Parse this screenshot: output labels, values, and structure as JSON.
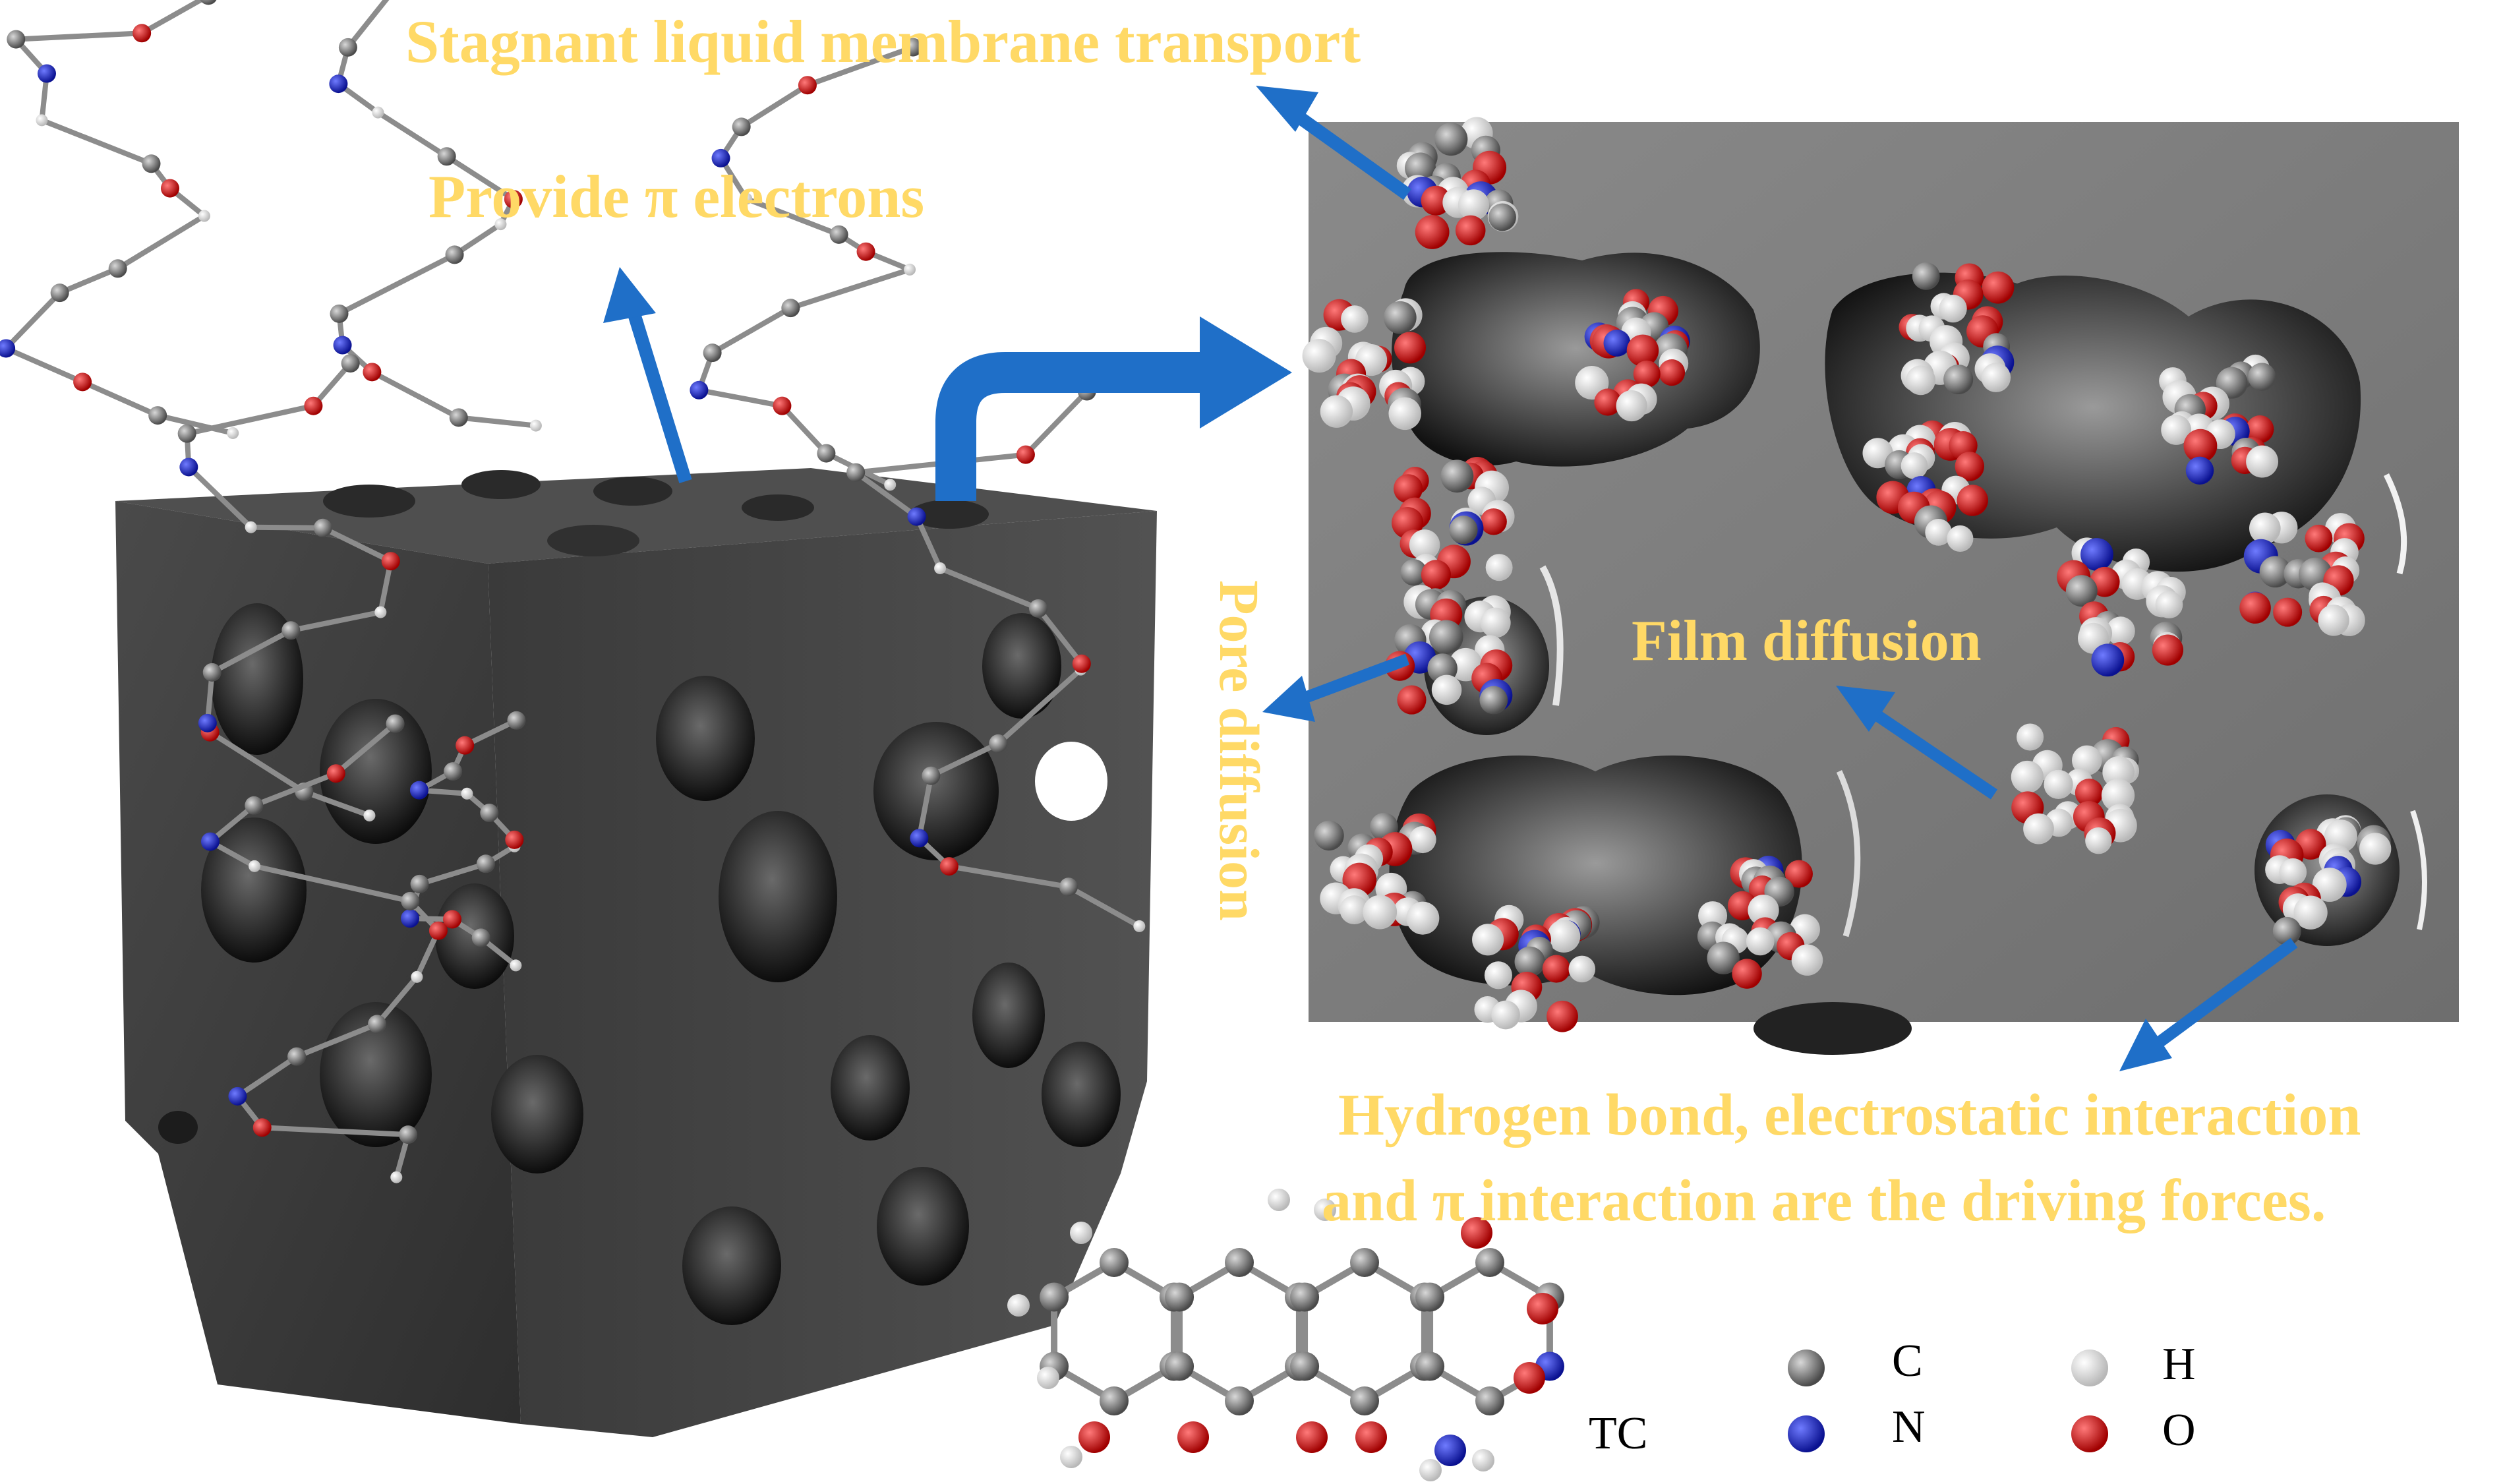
{
  "labels": {
    "stagnant": "Stagnant liquid membrane transport",
    "provide": "Provide π electrons",
    "pore": "Pore diffusion",
    "film": "Film diffusion",
    "driving_1": "Hydrogen bond, electrostatic interaction",
    "driving_2": "and π interaction are the driving forces.",
    "tc": "TC"
  },
  "legend": [
    {
      "symbol": "C",
      "color": "#7a7a7a"
    },
    {
      "symbol": "H",
      "color": "#e8e8e8"
    },
    {
      "symbol": "N",
      "color": "#1a2ad0"
    },
    {
      "symbol": "O",
      "color": "#e01010"
    }
  ],
  "colors": {
    "label_text": "#FFD966",
    "arrow": "#1f6fc8",
    "cube": "#3c3c3c",
    "panel": "#7b7b7b"
  }
}
